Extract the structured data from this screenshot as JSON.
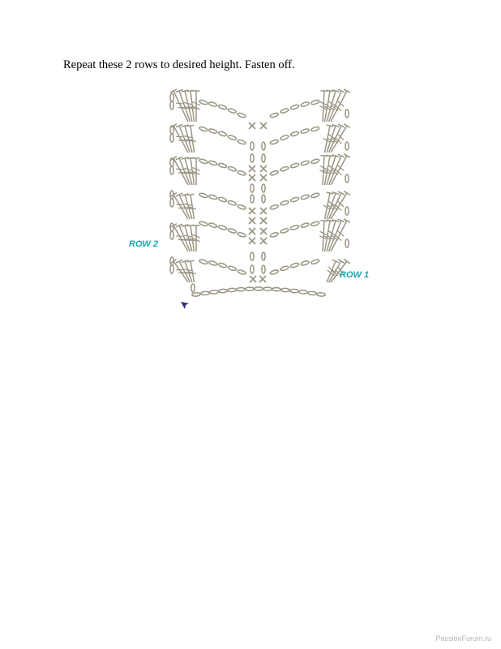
{
  "page": {
    "instruction": "Repeat these 2 rows to desired height. Fasten off.",
    "watermark": "PassionForum.ru"
  },
  "diagram": {
    "row_labels": [
      "ROW 2",
      "ROW 1"
    ],
    "colors": {
      "stitch": "#9a9684",
      "label": "#1fa3b0",
      "start_marker": "#2b2f7a",
      "text": "#000000",
      "watermark": "#b5b5b5"
    },
    "symbols": [
      "chain-stitch",
      "single-crochet",
      "double-crochet",
      "treble-crochet",
      "start-marker"
    ]
  }
}
